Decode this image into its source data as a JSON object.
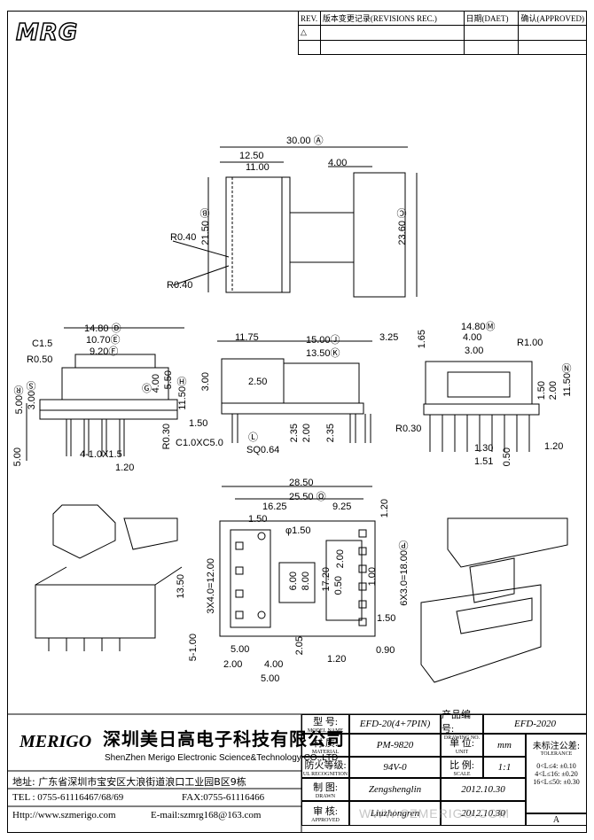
{
  "logo_top": "MRG",
  "revisions": {
    "col_rev": "REV.",
    "col_record": "版本变更记录(REVISIONS REC.)",
    "col_date": "日期(DAET)",
    "col_approved": "确认(APPROVED)"
  },
  "dims_top": {
    "d30": "30.00",
    "d30_mark": "A",
    "d1250": "12.50",
    "d1100": "11.00",
    "d400": "4.00",
    "d2150": "21.50",
    "d2150_mark": "B",
    "d2360": "23.60",
    "d2360_mark": "C",
    "r040a": "R0.40",
    "r040b": "R0.40"
  },
  "dims_mid": {
    "d1480": "14.80",
    "d1480_mark": "D",
    "d1070": "10.70",
    "d1070_mark": "E",
    "d920": "9.20",
    "d920_mark": "F",
    "c15": "C1.5",
    "r050": "R0.50",
    "d400": "4.00",
    "d550": "5.50",
    "d1150": "11.50",
    "d1150_mark": "H",
    "gmark": "G",
    "d500": "5.00",
    "d300": "3.00",
    "smark": "S",
    "rmark": "R",
    "d500b": "5.00",
    "d410": "4-1.0X1.5",
    "d120": "1.20",
    "r030": "R0.30",
    "d1175": "11.75",
    "d1500": "15.00",
    "d1500_mark": "J",
    "d1350": "13.50",
    "d1350_mark": "K",
    "d325": "3.25",
    "d300b": "3.00",
    "d250": "2.50",
    "d150": "1.50",
    "d235a": "2.35",
    "d200": "2.00",
    "d235b": "2.35",
    "c10": "C1.0XC5.0",
    "lmark": "L",
    "sq": "SQ0.64",
    "d1480b": "14.80",
    "d1480b_mark": "M",
    "d400b": "4.00",
    "d300c": "3.00",
    "d165": "1.65",
    "r100": "R1.00",
    "d150b": "1.50",
    "d200b": "2.00",
    "d1150b": "11.50",
    "d1150b_mark": "N",
    "r030b": "R0.30",
    "d130": "1.30",
    "d151": "1.51",
    "d050": "0.50",
    "d120b": "1.20"
  },
  "dims_bottom": {
    "d2850": "28.50",
    "d2550": "25.50",
    "d2550_mark": "O",
    "d1625": "16.25",
    "d925": "9.25",
    "d150": "1.50",
    "phi": "φ1.50",
    "d120": "1.20",
    "d1350": "13.50",
    "d3x4": "3X4.0=12.00",
    "d600": "6.00",
    "d800": "8.00",
    "d1720": "17.20",
    "d050": "0.50",
    "d200": "2.00",
    "d100": "1.00",
    "d6x3": "6X3.0=18.00",
    "d6x3_mark": "P",
    "d150b": "1.50",
    "d5100": "5-1.00",
    "d500a": "5.00",
    "d200b": "2.00",
    "d400": "4.00",
    "d500b": "5.00",
    "d205": "2.05",
    "d120b": "1.20",
    "d090": "0.90"
  },
  "company": {
    "logo": "MERIGO",
    "name_cn": "深圳美日高电子科技有限公司",
    "name_en": "ShenZhen Merigo Electronic Science&Technology CO.,LTD",
    "address": "地址: 广东省深圳市宝安区大浪街道浪口工业园B区9栋",
    "tel": "TEL : 0755-61116467/68/69",
    "fax": "FAX:0755-61116466",
    "http": "Http://www.szmerigo.com",
    "email": "E-mail:szmrg168@163.com"
  },
  "title_block": {
    "model_lbl": "型 号:",
    "model_lbl_en": "MODEL NAME",
    "model": "EFD-20(4+7PIN)",
    "drawing_lbl": "产品编号:",
    "drawing_lbl_en": "DRAWING NO.",
    "drawing": "EFD-2020",
    "material_lbl": "材 质:",
    "material_lbl_en": "MATERIAL",
    "material": "PM-9820",
    "unit_lbl": "单 位:",
    "unit_lbl_en": "UNIT",
    "unit": "mm",
    "tol_lbl": "未标注公差:",
    "tol_lbl_en": "TOLERANCE",
    "tol1": "0<L≤4:",
    "tol1v": "±0.10",
    "tol2": "4<L≤16:",
    "tol2v": "±0.20",
    "tol3": "16<L≤50:",
    "tol3v": "±0.30",
    "fire_lbl": "防火等级:",
    "fire_lbl_en": "UL RECOGNITION",
    "fire": "94V-0",
    "scale_lbl": "比 例:",
    "scale_lbl_en": "SCALE",
    "scale": "1:1",
    "drawn_lbl": "制 图:",
    "drawn_lbl_en": "DRAWN",
    "drawn": "Zengshenglin",
    "drawn_date": "2012.10.30",
    "approved_lbl": "审 核:",
    "approved_lbl_en": "APPROVED",
    "approved": "Liuzhongren",
    "approved_date": "2012.10.30",
    "sheet": "A"
  },
  "watermark": "WWW.SZMERIGO.COM"
}
